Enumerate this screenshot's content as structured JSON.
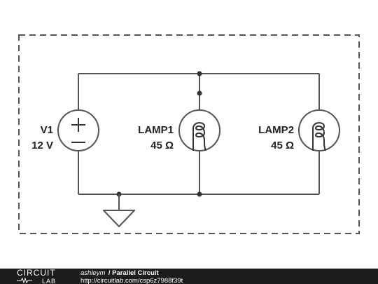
{
  "source": {
    "name": "V1",
    "value": "12 V"
  },
  "lamps": [
    {
      "name": "LAMP1",
      "value": "45 Ω"
    },
    {
      "name": "LAMP2",
      "value": "45 Ω"
    }
  ],
  "footer": {
    "logo_top": "CIRCUIT",
    "logo_bottom": "LAB",
    "user": "ashleym",
    "separator": " / ",
    "title": "Parallel Circuit",
    "url": "http://circuitlab.com/csp6z7988f39t"
  },
  "colors": {
    "wire": "#555555",
    "border": "#555555",
    "footer_bg": "#1c1c1c"
  }
}
